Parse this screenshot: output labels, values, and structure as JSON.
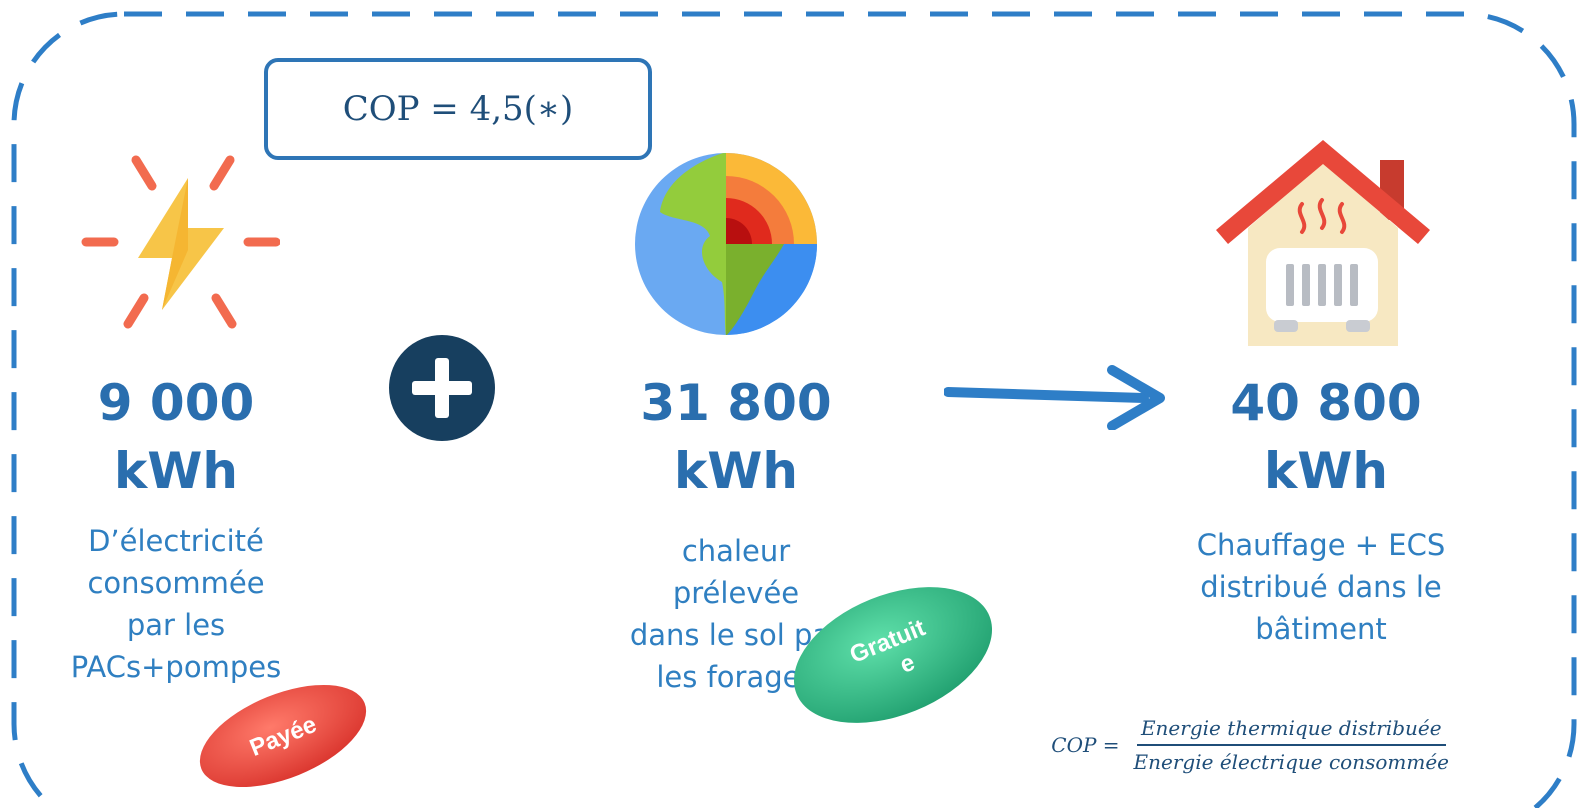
{
  "cop_box": {
    "text": "COP = 4,5(∗)"
  },
  "electricity": {
    "value": "9 000",
    "unit": "kWh",
    "desc": [
      "D’électricité",
      "consommée",
      "par les",
      "PACs+pompes"
    ],
    "badge": "Payée"
  },
  "ground": {
    "value": "31 800",
    "unit": "kWh",
    "desc": [
      "chaleur",
      "prélevée",
      "dans le sol par",
      "les forages"
    ],
    "badge": "Gratuite"
  },
  "building": {
    "value": "40 800",
    "unit": "kWh",
    "desc": [
      "Chauffage + ECS",
      "distribué dans le",
      "bâtiment"
    ]
  },
  "formula": {
    "lhs": "COP =",
    "numerator": "Energie thermique distribuée",
    "denominator": "Energie électrique consommée"
  },
  "icons": {
    "electricity": "lightning-icon",
    "earth": "earth-core-icon",
    "plus": "plus-icon",
    "arrow": "arrow-right-icon",
    "house": "heated-house-icon"
  },
  "colors": {
    "primary_text": "#2a6eae",
    "desc_text": "#2f7fc1",
    "dashed_border": "#2e7ec7",
    "plus_circle": "#173f5f",
    "payee_badge": "#e8423c",
    "gratuite_badge": "#2fb985"
  }
}
